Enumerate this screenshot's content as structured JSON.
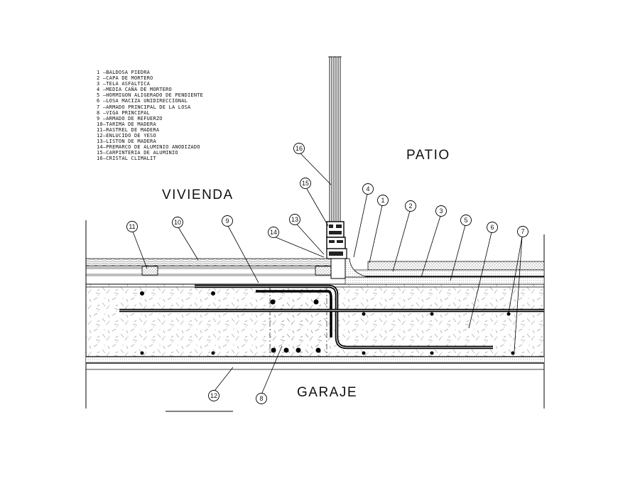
{
  "legend": [
    "1 –BALDOSA PIEDRA",
    "2 –CAPA DE MORTERO",
    "3 –TELA ASFALTICA",
    "4 –MEDIA CAÑA DE MORTERO",
    "5 –HORMIGON ALIGERADO DE PENDIENTE",
    "6 –LOSA MACIZA UNIDIRECCIONAL",
    "7 –ARMADO PRINCIPAL DE LA LOSA",
    "8 –VIGA PRINCIPAL",
    "9 –ARMADO DE REFUERZO",
    "10–TARIMA DE MADERA",
    "11–RASTREL DE MADERA",
    "12–ENLUCIDO DE YESO",
    "13–LISTON DE MADERA",
    "14–PREMARCO DE ALUMINIO ANODIZADO",
    "15–CARPINTERIA DE ALUMINIO",
    "16–CRISTAL CLIMALIT"
  ],
  "zones": {
    "patio": "PATIO",
    "vivienda": "VIVIENDA",
    "garaje": "GARAJE"
  },
  "callouts": [
    "1",
    "2",
    "3",
    "4",
    "5",
    "6",
    "7",
    "8",
    "9",
    "10",
    "11",
    "12",
    "13",
    "14",
    "15",
    "16"
  ]
}
